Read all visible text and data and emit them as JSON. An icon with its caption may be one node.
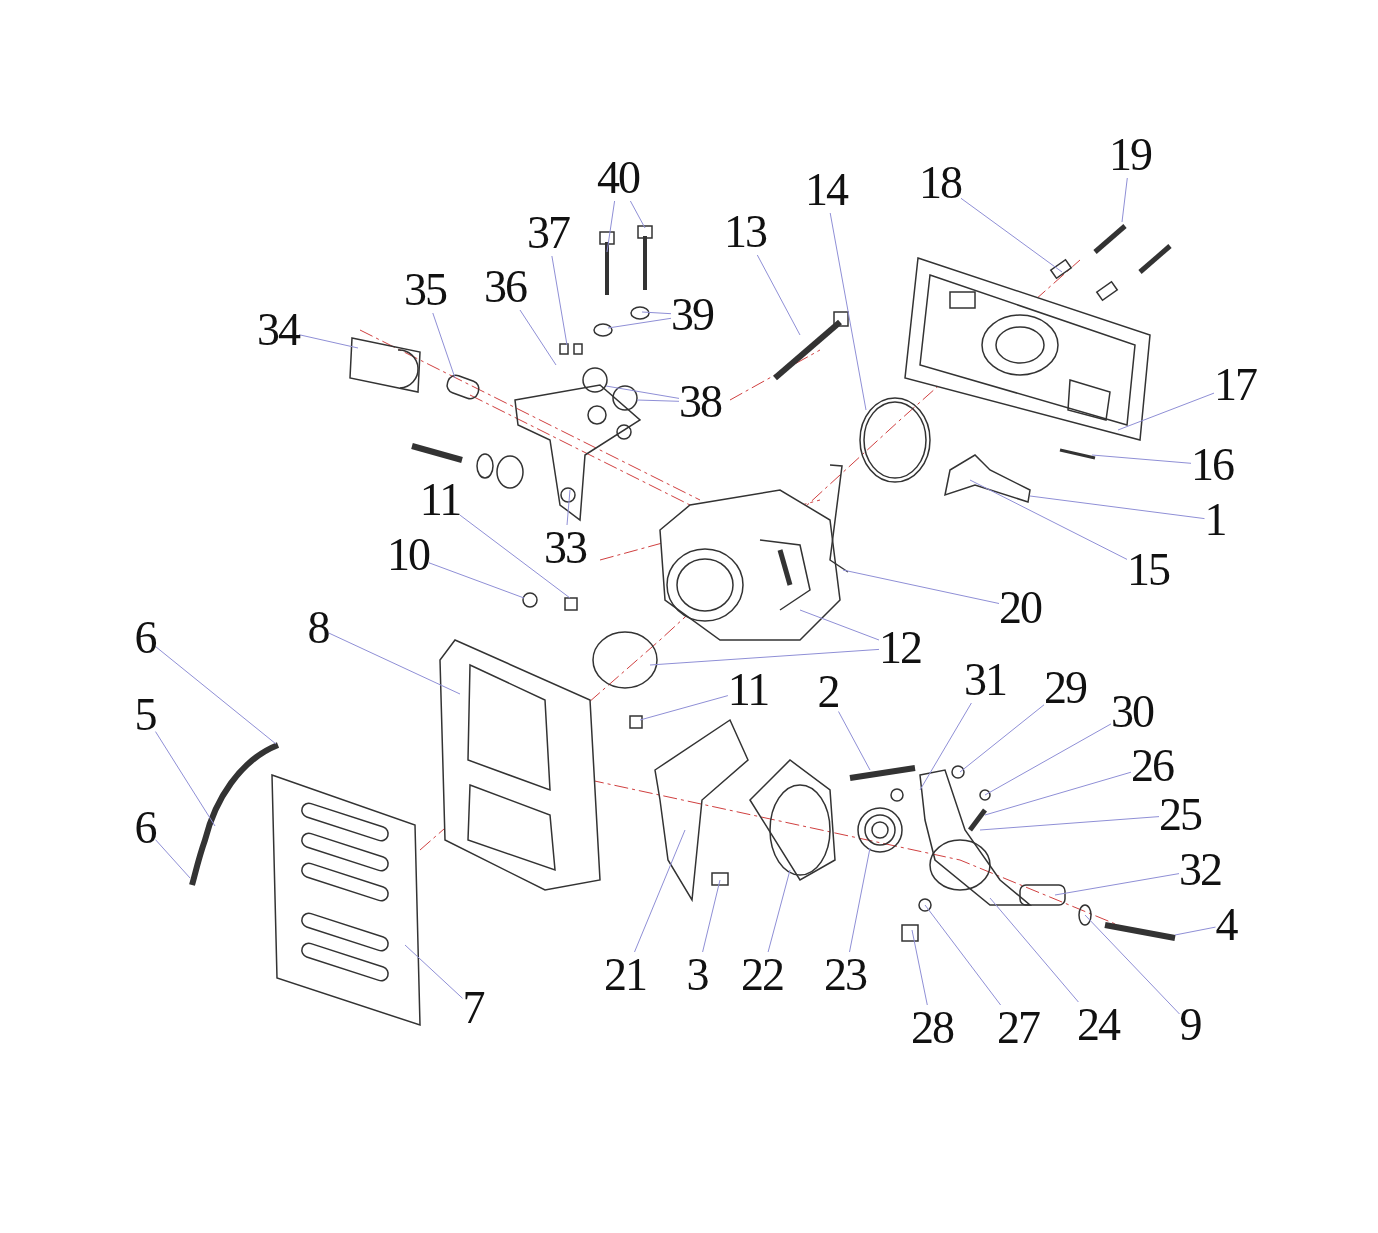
{
  "diagram": {
    "nodes": [
      {
        "text": [
          "19"
        ]
      },
      {
        "text": [
          "40"
        ]
      },
      {
        "text": [
          "14"
        ]
      },
      {
        "text": [
          "18"
        ]
      },
      {
        "text": [
          "37"
        ]
      },
      {
        "text": [
          "13"
        ]
      },
      {
        "text": [
          "35"
        ]
      },
      {
        "text": [
          "36"
        ]
      },
      {
        "text": [
          "34"
        ]
      },
      {
        "text": [
          "39"
        ]
      },
      {
        "text": [
          "17"
        ]
      },
      {
        "text": [
          "38"
        ]
      },
      {
        "text": [
          "16"
        ]
      },
      {
        "text": [
          "11"
        ]
      },
      {
        "text": [
          "1"
        ]
      },
      {
        "text": [
          "33"
        ]
      },
      {
        "text": [
          "10"
        ]
      },
      {
        "text": [
          "15"
        ]
      },
      {
        "text": [
          "20"
        ]
      },
      {
        "text": [
          "8"
        ]
      },
      {
        "text": [
          "6"
        ]
      },
      {
        "text": [
          "12"
        ]
      },
      {
        "text": [
          "11"
        ]
      },
      {
        "text": [
          "2"
        ]
      },
      {
        "text": [
          "31"
        ]
      },
      {
        "text": [
          "29"
        ]
      },
      {
        "text": [
          "5"
        ]
      },
      {
        "text": [
          "30"
        ]
      },
      {
        "text": [
          "26"
        ]
      },
      {
        "text": [
          "25"
        ]
      },
      {
        "text": [
          "6"
        ]
      },
      {
        "text": [
          "32"
        ]
      },
      {
        "text": [
          "4"
        ]
      },
      {
        "text": [
          "21"
        ]
      },
      {
        "text": [
          "3"
        ]
      },
      {
        "text": [
          "22"
        ]
      },
      {
        "text": [
          "23"
        ]
      },
      {
        "text": [
          "7"
        ]
      },
      {
        "text": [
          "24"
        ]
      },
      {
        "text": [
          "28"
        ]
      },
      {
        "text": [
          "27"
        ]
      },
      {
        "text": [
          "9"
        ]
      }
    ],
    "edges": [
      {
        "from": 0,
        "to": null,
        "arrow": "none"
      },
      {
        "from": 1,
        "to": null,
        "arrow": "none"
      },
      {
        "from": 1,
        "to": null,
        "arrow": "none"
      },
      {
        "from": 2,
        "to": null,
        "arrow": "none"
      },
      {
        "from": 3,
        "to": null,
        "arrow": "none"
      },
      {
        "from": 4,
        "to": null,
        "arrow": "none"
      },
      {
        "from": 5,
        "to": null,
        "arrow": "none"
      },
      {
        "from": 6,
        "to": null,
        "arrow": "none"
      },
      {
        "from": 7,
        "to": null,
        "arrow": "none"
      },
      {
        "from": 8,
        "to": null,
        "arrow": "none"
      },
      {
        "from": 9,
        "to": null,
        "arrow": "none"
      },
      {
        "from": 9,
        "to": null,
        "arrow": "none"
      },
      {
        "from": 10,
        "to": null,
        "arrow": "none"
      },
      {
        "from": 11,
        "to": null,
        "arrow": "none"
      },
      {
        "from": 11,
        "to": null,
        "arrow": "none"
      },
      {
        "from": 12,
        "to": null,
        "arrow": "none"
      },
      {
        "from": 13,
        "to": null,
        "arrow": "none"
      },
      {
        "from": 14,
        "to": null,
        "arrow": "none"
      },
      {
        "from": 15,
        "to": null,
        "arrow": "none"
      },
      {
        "from": 16,
        "to": null,
        "arrow": "none"
      },
      {
        "from": 17,
        "to": null,
        "arrow": "none"
      },
      {
        "from": 18,
        "to": null,
        "arrow": "none"
      },
      {
        "from": 19,
        "to": null,
        "arrow": "none"
      },
      {
        "from": 20,
        "to": null,
        "arrow": "none"
      },
      {
        "from": 21,
        "to": null,
        "arrow": "none"
      },
      {
        "from": 21,
        "to": null,
        "arrow": "none"
      },
      {
        "from": 22,
        "to": null,
        "arrow": "none"
      },
      {
        "from": 23,
        "to": null,
        "arrow": "none"
      },
      {
        "from": 24,
        "to": null,
        "arrow": "none"
      },
      {
        "from": 25,
        "to": null,
        "arrow": "none"
      },
      {
        "from": 26,
        "to": null,
        "arrow": "none"
      },
      {
        "from": 27,
        "to": null,
        "arrow": "none"
      },
      {
        "from": 28,
        "to": null,
        "arrow": "none"
      },
      {
        "from": 29,
        "to": null,
        "arrow": "none"
      },
      {
        "from": 30,
        "to": null,
        "arrow": "none"
      },
      {
        "from": 31,
        "to": null,
        "arrow": "none"
      },
      {
        "from": 32,
        "to": null,
        "arrow": "none"
      },
      {
        "from": 33,
        "to": null,
        "arrow": "none"
      },
      {
        "from": 34,
        "to": null,
        "arrow": "none"
      },
      {
        "from": 35,
        "to": null,
        "arrow": "none"
      },
      {
        "from": 36,
        "to": null,
        "arrow": "none"
      },
      {
        "from": 37,
        "to": null,
        "arrow": "none"
      },
      {
        "from": 38,
        "to": null,
        "arrow": "none"
      },
      {
        "from": 39,
        "to": null,
        "arrow": "none"
      },
      {
        "from": 40,
        "to": null,
        "arrow": "none"
      },
      {
        "from": 41,
        "to": null,
        "arrow": "none"
      }
    ]
  }
}
